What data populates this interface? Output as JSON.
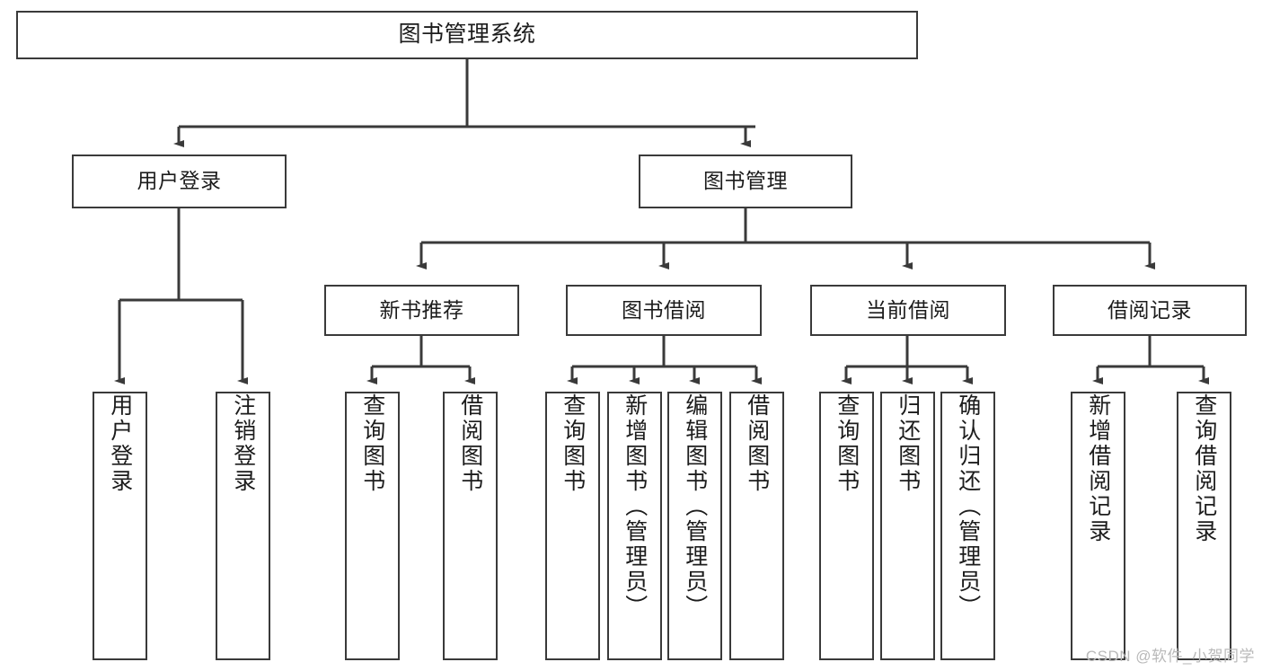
{
  "diagram": {
    "title": "图书管理系统",
    "type": "tree-hierarchy",
    "root": {
      "label": "图书管理系统"
    },
    "level2": [
      {
        "label": "用户登录"
      },
      {
        "label": "图书管理"
      }
    ],
    "level3": [
      {
        "label": "新书推荐"
      },
      {
        "label": "图书借阅"
      },
      {
        "label": "当前借阅"
      },
      {
        "label": "借阅记录"
      }
    ],
    "leaves": {
      "user_login": [
        {
          "label": "用户登录"
        },
        {
          "label": "注销登录"
        }
      ],
      "new_book_recommend": [
        {
          "label": "查询图书"
        },
        {
          "label": "借阅图书"
        }
      ],
      "book_borrow": [
        {
          "label": "查询图书"
        },
        {
          "label": "新增图书（管理员）"
        },
        {
          "label": "编辑图书（管理员）"
        },
        {
          "label": "借阅图书"
        }
      ],
      "current_borrow": [
        {
          "label": "查询图书"
        },
        {
          "label": "归还图书"
        },
        {
          "label": "确认归还（管理员）"
        }
      ],
      "borrow_record": [
        {
          "label": "新增借阅记录"
        },
        {
          "label": "查询借阅记录"
        }
      ]
    }
  },
  "watermark": {
    "text": "CSDN @软件_小贺同学"
  },
  "colors": {
    "stroke": "#3a3a3a",
    "text": "#1c1c1c",
    "background": "#ffffff",
    "watermark": "#b9b9b9"
  }
}
